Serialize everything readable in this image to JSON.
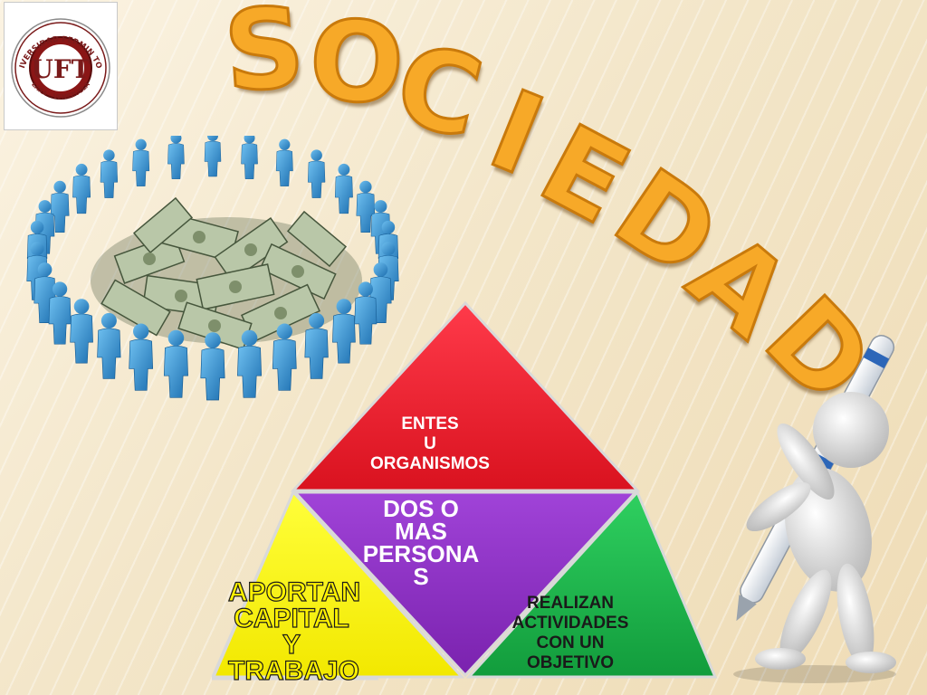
{
  "logo": {
    "ring_text": "UNIVERSIDAD FERMIN TORO",
    "location_text": "LARA - VENEZUELA",
    "monogram": "UFT",
    "colors": {
      "ring": "#7a1a1a",
      "background": "#ffffff"
    }
  },
  "title": {
    "letters": [
      "S",
      "O",
      "C",
      "I",
      "E",
      "D",
      "A",
      "D"
    ],
    "color": "#f7a928"
  },
  "illustrations": {
    "crowd": "people-circle-around-money-icon",
    "figure": "3d-man-writing-with-pen-icon"
  },
  "pyramid": {
    "top": {
      "text": "ENTES\nU\nORGANISMOS",
      "color": "#e41b2b"
    },
    "center": {
      "text": "DOS O\nMAS\nPERSONA\nS",
      "color": "#8b2fbf"
    },
    "left": {
      "text": "APORTAN\nCAPITAL\nY\nTRABAJO",
      "color": "#f8f400"
    },
    "right": {
      "text": "REALIZAN\nACTIVIDADES\nCON UN\nOBJETIVO",
      "color": "#1bb34a"
    }
  }
}
